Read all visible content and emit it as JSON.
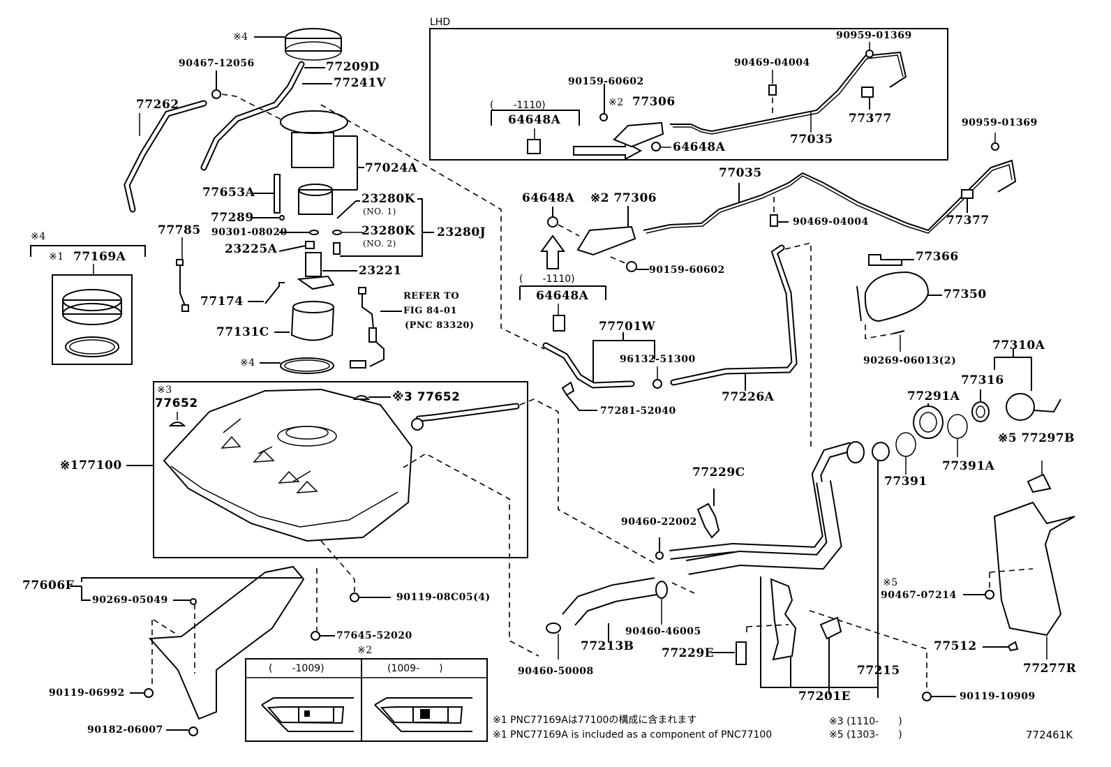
{
  "diagram": {
    "figure_id": "772461K",
    "lhd_header": "LHD",
    "labels": {
      "p_ring_top": "※4",
      "p_90467_12056": "90467-12056",
      "p_77209D": "77209D",
      "p_77241V": "77241V",
      "p_77262": "77262",
      "p_77024A": "77024A",
      "p_77653A": "77653A",
      "p_23280K_1": "23280K",
      "p_23280K_1_sub": "(NO. 1)",
      "p_77289": "77289",
      "p_90301_08020": "90301-08020",
      "p_23280K_2": "23280K",
      "p_23280K_2_sub": "(NO. 2)",
      "p_23280J": "23280J",
      "p_23225A": "23225A",
      "p_23221": "23221",
      "p_77785": "77785",
      "p_77174": "77174",
      "p_77131C": "77131C",
      "p_gasket": "※4",
      "refer_line1": "REFER TO",
      "refer_line2": "FIG 84-01",
      "refer_line3": "(PNC 83320)",
      "kit_group": "※4",
      "kit_note": "※1",
      "p_77169A": "77169A",
      "tank_note3_left": "※3",
      "p_77652_left": "77652",
      "p_77652_right": "※3 77652",
      "p_77100": "※177100",
      "p_77606F": "77606F",
      "p_90269_05049": "90269-05049",
      "p_90119_06992": "90119-06992",
      "p_90182_06007": "90182-06007",
      "p_90119_08C05": "90119-08C05(4)",
      "p_77645_52020": "77645-52020",
      "inset_note": "※2",
      "inset_col1": "(　　-1009)",
      "inset_col2": "(1009-　　)",
      "lhd_90959_01369": "90959-01369",
      "lhd_90469_04004": "90469-04004",
      "lhd_90159_60602": "90159-60602",
      "lhd_note2": "※2",
      "lhd_77306": "77306",
      "lhd_range": "(　　-1110)",
      "lhd_64648A_a": "64648A",
      "lhd_64648A_b": "64648A",
      "lhd_77377": "77377",
      "lhd_77035": "77035",
      "p_90959_01369": "90959-01369",
      "p_77035": "77035",
      "p_64648A": "64648A",
      "p_77306": "※2 77306",
      "p_90469_04004": "90469-04004",
      "p_77377": "77377",
      "p_90159_60602": "90159-60602",
      "p_range_1110": "(　　-1110)",
      "p_64648A_b": "64648A",
      "p_77701W": "77701W",
      "p_96132_51300": "96132-51300",
      "p_77281_52040": "77281-52040",
      "p_77226A": "77226A",
      "p_77366": "77366",
      "p_77350": "77350",
      "p_90269_06013": "90269-06013(2)",
      "p_77310A": "77310A",
      "p_77316": "77316",
      "p_77291A": "77291A",
      "p_77391": "77391",
      "p_77391A": "77391A",
      "p_77297B": "※5 77297B",
      "p_77229C": "77229C",
      "p_90460_22002": "90460-22002",
      "p_90460_46005": "90460-46005",
      "p_77213B": "77213B",
      "p_90460_50008": "90460-50008",
      "p_77229E": "77229E",
      "p_77215": "77215",
      "p_77201E": "77201E",
      "p_note5": "※5",
      "p_90467_07214": "90467-07214",
      "p_77512": "77512",
      "p_77277R": "77277R",
      "p_90119_10909": "90119-10909"
    },
    "footnotes": {
      "jp": "※1 PNC77169Aは77100の構成に含まれます",
      "en": "※1 PNC77169A is included as a component of PNC77100",
      "note3": "※3 (1110-　　)",
      "note5": "※5 (1303-　　)"
    }
  }
}
